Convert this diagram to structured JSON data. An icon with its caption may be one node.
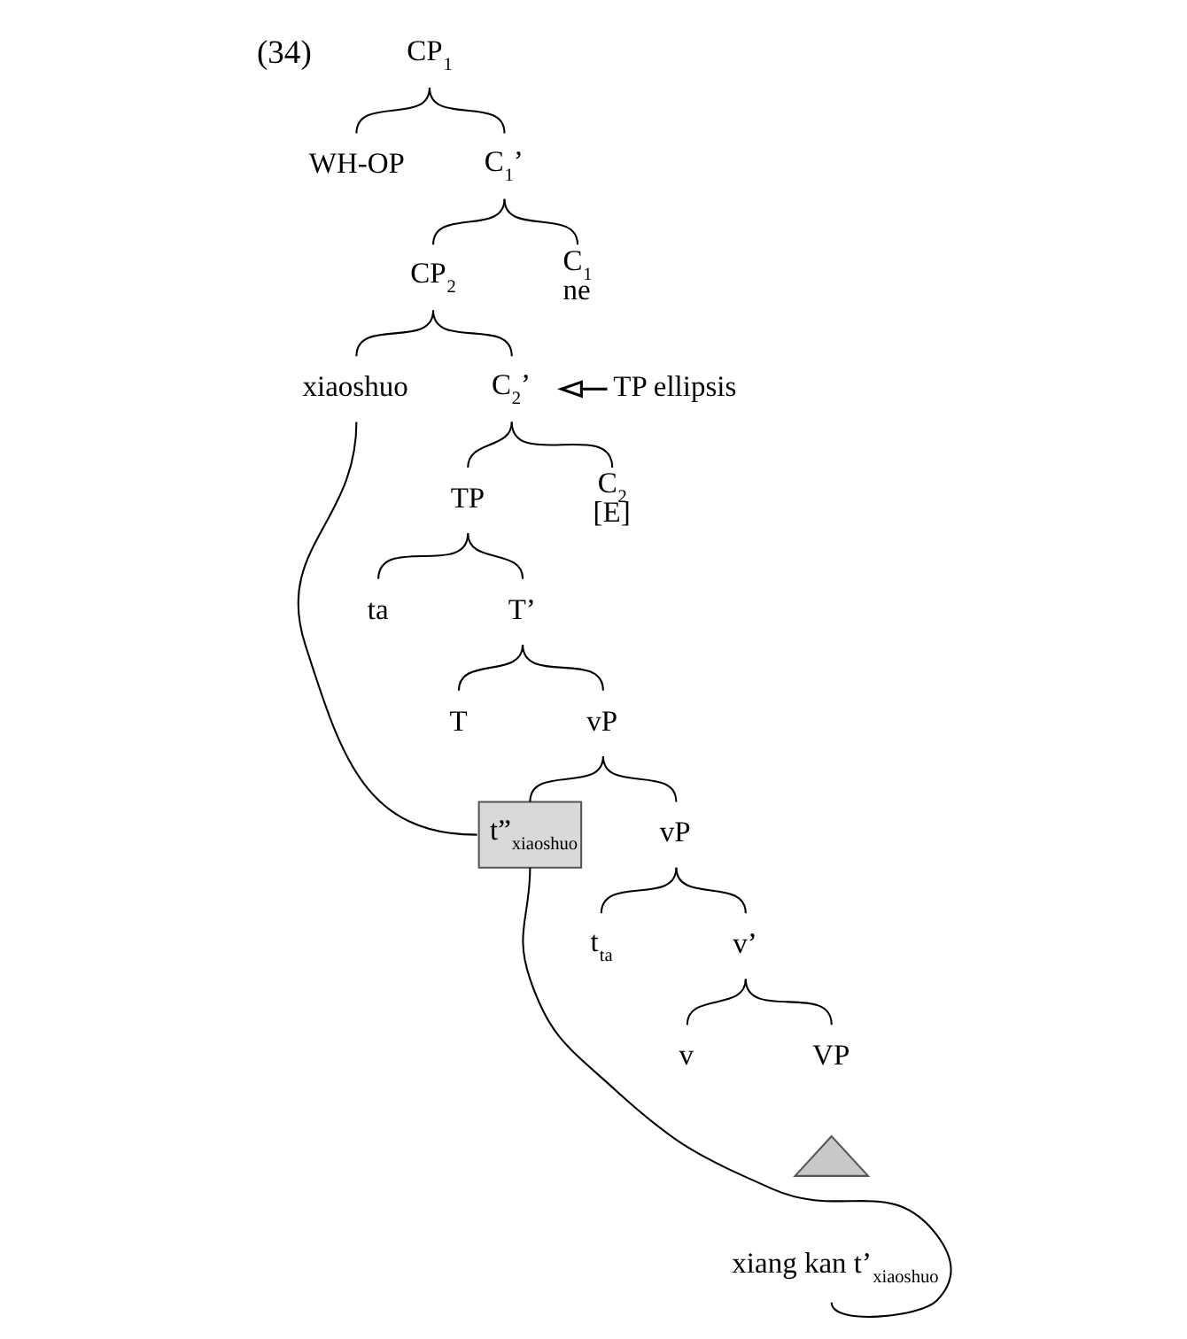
{
  "diagram": {
    "nodes": [
      {
        "text": [
          "CP$_{1}$"
        ]
      },
      {
        "text": [
          "WH-OP"
        ]
      },
      {
        "text": [
          "C$_{1}$’"
        ]
      },
      {
        "text": [
          "CP$_{2}$"
        ]
      },
      {
        "text": [
          "C$_{1}$",
          "ne"
        ]
      },
      {
        "text": [
          "xiaoshuo"
        ]
      },
      {
        "text": [
          "C$_{2}$’"
        ]
      },
      {
        "text": [
          "TP"
        ]
      },
      {
        "text": [
          "C$_{2}$",
          "[E]"
        ]
      },
      {
        "text": [
          "TP ellipsis"
        ]
      },
      {
        "text": [
          "ta"
        ]
      },
      {
        "text": [
          "T’"
        ]
      },
      {
        "text": [
          "T"
        ]
      },
      {
        "text": [
          "vP"
        ]
      },
      {
        "text": [
          "t”$_{xiaoshuo}$"
        ]
      },
      {
        "text": [
          "vP"
        ]
      },
      {
        "text": [
          "t$_{ta}$"
        ]
      },
      {
        "text": [
          "v’"
        ]
      },
      {
        "text": [
          "v"
        ]
      },
      {
        "text": [
          "VP"
        ]
      },
      {
        "text": [],
        "shape": "triangle"
      },
      {
        "text": [
          "xiang kan t’$_{xiaoshuo}$"
        ]
      }
    ],
    "edges": [
      {
        "from": 0,
        "to": 1,
        "arrow": "none"
      },
      {
        "from": 0,
        "to": 2,
        "arrow": "none"
      },
      {
        "from": 2,
        "to": 3,
        "arrow": "none"
      },
      {
        "from": 2,
        "to": 4,
        "arrow": "none"
      },
      {
        "from": 3,
        "to": 5,
        "arrow": "none"
      },
      {
        "from": 3,
        "to": 6,
        "arrow": "none"
      },
      {
        "from": 6,
        "to": 7,
        "arrow": "none"
      },
      {
        "from": 6,
        "to": 8,
        "arrow": "none"
      },
      {
        "from": 9,
        "to": 6,
        "arrow": "to"
      },
      {
        "from": 7,
        "to": 10,
        "arrow": "none"
      },
      {
        "from": 7,
        "to": 11,
        "arrow": "none"
      },
      {
        "from": 11,
        "to": 12,
        "arrow": "none"
      },
      {
        "from": 11,
        "to": 13,
        "arrow": "none"
      },
      {
        "from": 13,
        "to": 14,
        "arrow": "none"
      },
      {
        "from": 13,
        "to": 15,
        "arrow": "none"
      },
      {
        "from": 15,
        "to": 16,
        "arrow": "none"
      },
      {
        "from": 15,
        "to": 17,
        "arrow": "none"
      },
      {
        "from": 17,
        "to": 18,
        "arrow": "none"
      },
      {
        "from": 17,
        "to": 19,
        "arrow": "none"
      },
      {
        "from": 5,
        "to": 14,
        "arrow": "none"
      },
      {
        "from": 14,
        "to": 21,
        "arrow": "none"
      }
    ],
    "labels": [
      "(34)"
    ]
  }
}
